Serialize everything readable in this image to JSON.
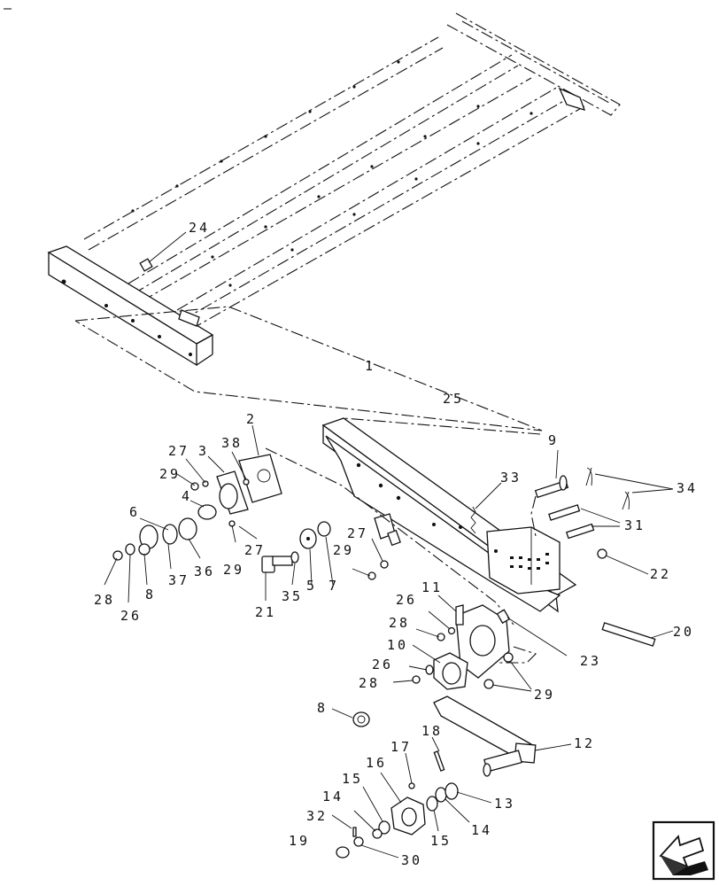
{
  "top_left_mark": "–",
  "callouts": {
    "c24": "24",
    "c1": "1",
    "c25": "25",
    "c2": "2",
    "c27a": "27",
    "c3": "3",
    "c38": "38",
    "c29a": "29",
    "c4": "4",
    "c6": "6",
    "c27b": "27",
    "c29b": "29",
    "c27c": "27",
    "c29c": "29",
    "c9": "9",
    "c33": "33",
    "c34": "34",
    "c31": "31",
    "c22": "22",
    "c28a": "28",
    "c26a": "26",
    "c8a": "8",
    "c37": "37",
    "c36": "36",
    "c21": "21",
    "c35": "35",
    "c5": "5",
    "c7": "7",
    "c26b": "26",
    "c11": "11",
    "c28b": "28",
    "c20": "20",
    "c10": "10",
    "c23": "23",
    "c26c": "26",
    "c28c": "28",
    "c29d": "29",
    "c8b": "8",
    "c12": "12",
    "c18": "18",
    "c17": "17",
    "c16": "16",
    "c15a": "15",
    "c13": "13",
    "c14a": "14",
    "c15b": "15",
    "c14b": "14",
    "c32": "32",
    "c19": "19",
    "c30": "30"
  },
  "nav": {
    "icon": "next-page-arrow-icon"
  }
}
